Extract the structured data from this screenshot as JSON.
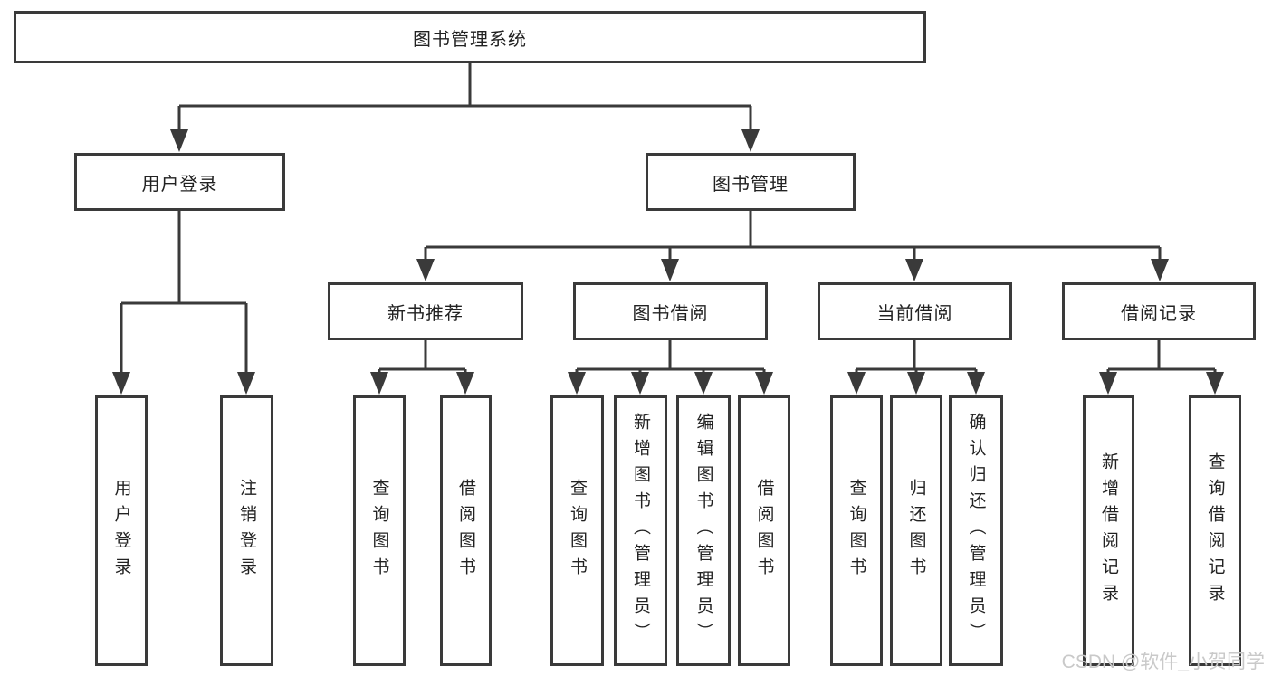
{
  "diagram_title": "图书管理系统",
  "tree": {
    "root": {
      "label": "图书管理系统"
    },
    "branches": [
      {
        "label": "用户登录",
        "leaves": [
          "用户登录",
          "注销登录"
        ]
      },
      {
        "label": "图书管理",
        "groups": [
          {
            "label": "新书推荐",
            "leaves": [
              "查询图书",
              "借阅图书"
            ]
          },
          {
            "label": "图书借阅",
            "leaves": [
              "查询图书",
              "新增图书（管理员）",
              "编辑图书（管理员）",
              "借阅图书"
            ]
          },
          {
            "label": "当前借阅",
            "leaves": [
              "查询图书",
              "归还图书",
              "确认归还（管理员）"
            ]
          },
          {
            "label": "借阅记录",
            "leaves": [
              "新增借阅记录",
              "查询借阅记录"
            ]
          }
        ]
      }
    ]
  },
  "watermark": {
    "text": "CSDN @软件_小贺同学"
  },
  "colors": {
    "background": "#ffffff",
    "line": "#3a3a3a",
    "text": "#222222",
    "watermark": "#c9c9c9"
  }
}
